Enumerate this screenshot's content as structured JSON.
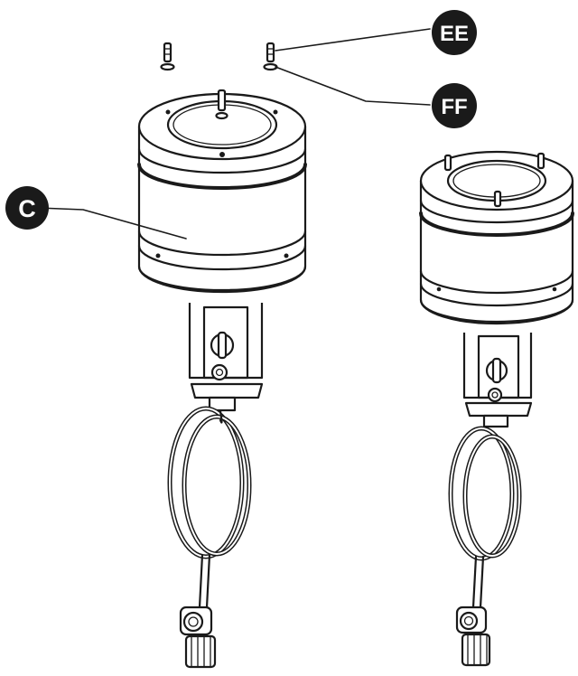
{
  "callouts": {
    "ee": "EE",
    "ff": "FF",
    "c": "C"
  },
  "colors": {
    "ink": "#1a1a1a",
    "paper": "#ffffff"
  }
}
